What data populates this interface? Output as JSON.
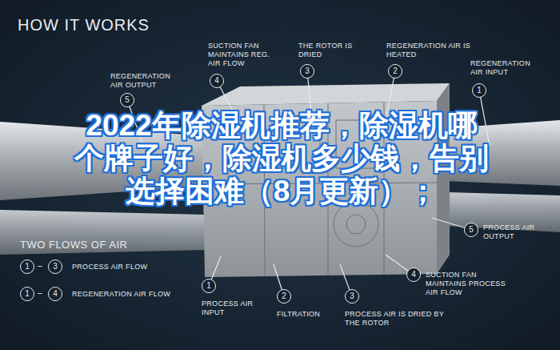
{
  "diagram": {
    "title": "HOW IT WORKS",
    "nodes": [
      {
        "text": [
          "REGENERATION AIR OUTPUT",
          "5"
        ]
      },
      {
        "text": [
          "SUCTION FAN MAINTAINS REG. AIR FLOW",
          "4"
        ]
      },
      {
        "text": [
          "THE ROTOR IS DRIED",
          "3"
        ]
      },
      {
        "text": [
          "REGENERATION AIR IS HEATED",
          "2"
        ]
      },
      {
        "text": [
          "REGENERATION AIR INPUT",
          "1"
        ]
      },
      {
        "text": [
          "PROCESS AIR OUTPUT",
          "5"
        ]
      },
      {
        "text": [
          "SUCTION FAN MAINTAINS PROCESS AIR FLOW",
          "4"
        ]
      },
      {
        "text": [
          "PROCESS AIR INPUT",
          "1"
        ]
      },
      {
        "text": [
          "FILTRATION",
          "2"
        ]
      },
      {
        "text": [
          "PROCESS AIR IS DRIED BY THE ROTOR",
          "3"
        ]
      }
    ],
    "labels": [
      "2022年除湿机推荐，除湿机哪个牌子好，除湿机多少钱，告别选择困难（8月更新）；",
      "TWO FLOWS OF AIR",
      "1",
      "–",
      "3",
      "1",
      "–",
      "4"
    ],
    "legend": [
      {
        "text": "PROCESS AIR FLOW"
      },
      {
        "text": "REGENERATION AIR FLOW"
      }
    ]
  }
}
